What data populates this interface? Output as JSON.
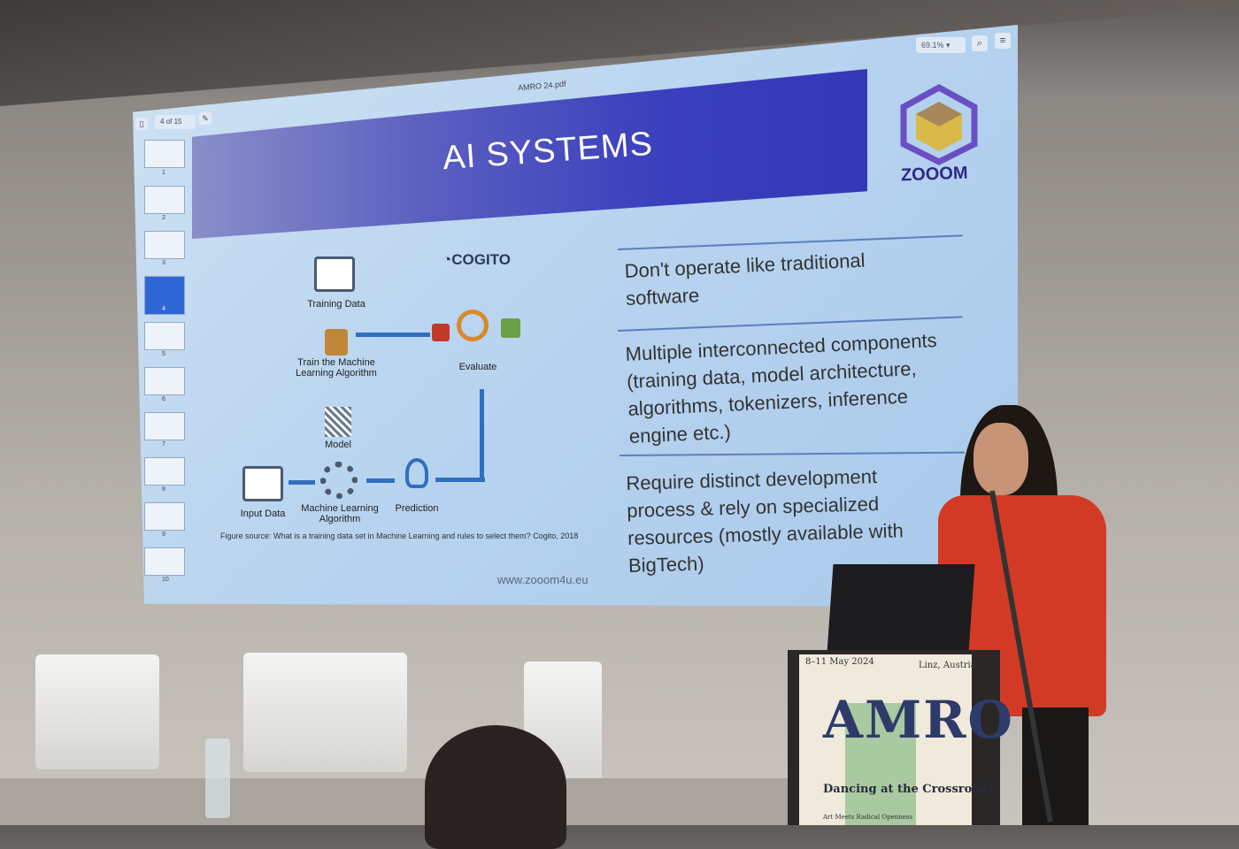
{
  "viewer": {
    "filename": "AMRO 24.pdf",
    "zoom": "69.1%",
    "page_current": "4",
    "page_total": "of 15",
    "search_icon": "search-icon",
    "menu_icon": "hamburger-icon"
  },
  "thumbnails": [
    "1",
    "2",
    "3",
    "4",
    "5",
    "6",
    "7",
    "8",
    "9",
    "10"
  ],
  "slide": {
    "title": "AI  SYSTEMS",
    "logo": "ZOOOM",
    "cogito": "COGITO",
    "diagram": {
      "training_data": "Training Data",
      "train": "Train the Machine Learning Algorithm",
      "model": "Model",
      "evaluate": "Evaluate",
      "input_data": "Input Data",
      "ml_algorithm": "Machine Learning Algorithm",
      "prediction": "Prediction"
    },
    "bullets": [
      "Don't operate like traditional software",
      "Multiple interconnected components (training data, model architecture, algorithms, tokenizers, inference engine etc.)",
      "Require distinct development process & rely on specialized resources (mostly available with BigTech)"
    ],
    "figure_source": "Figure source: What is a training data set in Machine Learning and rules to select them? Cogito, 2018",
    "url": "www.zooom4u.eu"
  },
  "poster": {
    "dates": "8–11 May 2024",
    "location": "Linz, Austria",
    "logo": "AMRO",
    "subtitle": "Dancing at the Crossroads",
    "tagline": "Art Meets Radical Openness"
  },
  "colors": {
    "banner": "#3a3fbd",
    "accent": "#2f6fc0",
    "jacket": "#d33a26"
  }
}
